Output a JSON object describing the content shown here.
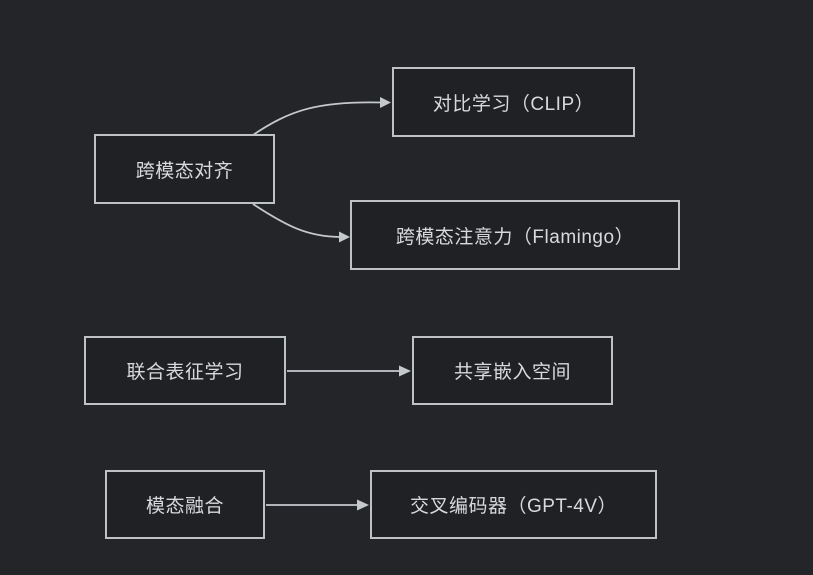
{
  "diagram": {
    "type": "flowchart",
    "direction": "left-to-right",
    "colors": {
      "background": "#232529",
      "node_fill": "#1f2124",
      "node_border": "#bfc2c5",
      "text": "#d8d9db",
      "edge": "#c6c9cc"
    },
    "nodes": [
      {
        "id": "cross-modal-alignment",
        "label": "跨模态对齐"
      },
      {
        "id": "contrastive-learning-clip",
        "label": "对比学习（CLIP）"
      },
      {
        "id": "cross-modal-attention-flamingo",
        "label": "跨模态注意力（Flamingo）"
      },
      {
        "id": "joint-representation-learning",
        "label": "联合表征学习"
      },
      {
        "id": "shared-embedding-space",
        "label": "共享嵌入空间"
      },
      {
        "id": "modality-fusion",
        "label": "模态融合"
      },
      {
        "id": "cross-encoder-gpt4v",
        "label": "交叉编码器（GPT-4V）"
      }
    ],
    "edges": [
      {
        "from": "cross-modal-alignment",
        "to": "contrastive-learning-clip"
      },
      {
        "from": "cross-modal-alignment",
        "to": "cross-modal-attention-flamingo"
      },
      {
        "from": "joint-representation-learning",
        "to": "shared-embedding-space"
      },
      {
        "from": "modality-fusion",
        "to": "cross-encoder-gpt4v"
      }
    ]
  }
}
